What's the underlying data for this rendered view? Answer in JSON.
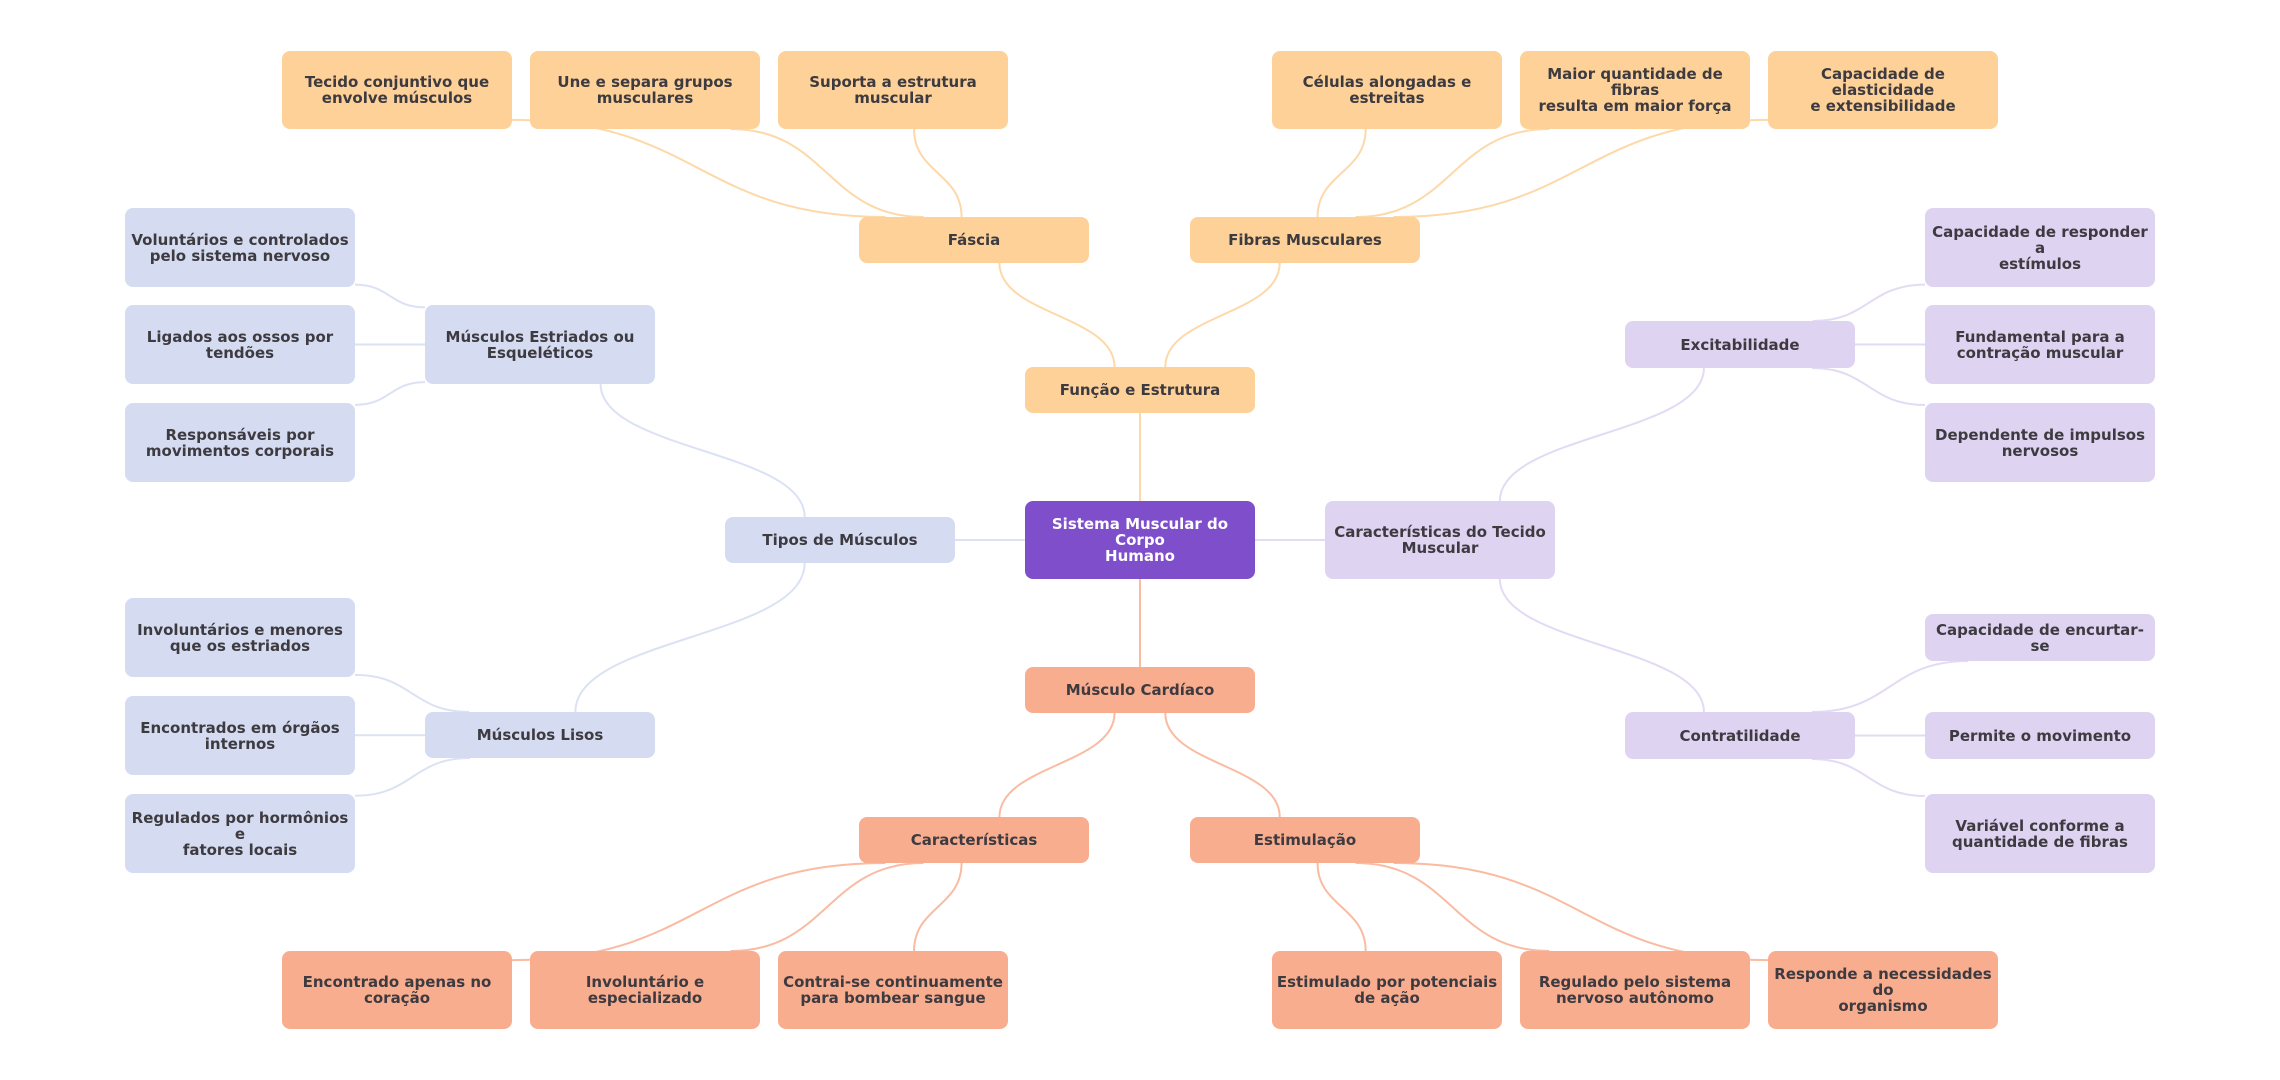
{
  "title": "Sistema Muscular do Corpo Humano",
  "colors": {
    "root": "#7e4ecb",
    "yellow": "#fdd198",
    "blue": "#d5dcf1",
    "purple": "#ded3f1",
    "orange": "#f9ad8f",
    "edge_yellow": "#fdd8a8",
    "edge_blue": "#dbe2f4",
    "edge_purple": "#e3daf4",
    "edge_orange": "#f9bba2",
    "text": "#3d3a40"
  },
  "nodes": {
    "root": {
      "label": "Sistema Muscular do Corpo\nHumano"
    },
    "funcao": {
      "label": "Função e Estrutura"
    },
    "fascia": {
      "label": "Fáscia"
    },
    "fascia_1": {
      "label": "Tecido conjuntivo que\nenvolve músculos"
    },
    "fascia_2": {
      "label": "Une e separa grupos\nmusculares"
    },
    "fascia_3": {
      "label": "Suporta a estrutura\nmuscular"
    },
    "fibras": {
      "label": "Fibras Musculares"
    },
    "fibras_1": {
      "label": "Células alongadas e\nestreitas"
    },
    "fibras_2": {
      "label": "Maior quantidade de fibras\nresulta em maior força"
    },
    "fibras_3": {
      "label": "Capacidade de elasticidade\ne extensibilidade"
    },
    "tipos": {
      "label": "Tipos de Músculos"
    },
    "estriados": {
      "label": "Músculos Estriados ou\nEsqueléticos"
    },
    "estriados_1": {
      "label": "Voluntários e controlados\npelo sistema nervoso"
    },
    "estriados_2": {
      "label": "Ligados aos ossos por\ntendões"
    },
    "estriados_3": {
      "label": "Responsáveis por\nmovimentos corporais"
    },
    "lisos": {
      "label": "Músculos Lisos"
    },
    "lisos_1": {
      "label": "Involuntários e menores\nque os estriados"
    },
    "lisos_2": {
      "label": "Encontrados em órgãos\ninternos"
    },
    "lisos_3": {
      "label": "Regulados por hormônios e\nfatores locais"
    },
    "caract_tecido": {
      "label": "Características do Tecido\nMuscular"
    },
    "excit": {
      "label": "Excitabilidade"
    },
    "excit_1": {
      "label": "Capacidade de responder a\nestímulos"
    },
    "excit_2": {
      "label": "Fundamental para a\ncontração muscular"
    },
    "excit_3": {
      "label": "Dependente de impulsos\nnervosos"
    },
    "contr": {
      "label": "Contratilidade"
    },
    "contr_1": {
      "label": "Capacidade de encurtar-se"
    },
    "contr_2": {
      "label": "Permite o movimento"
    },
    "contr_3": {
      "label": "Variável conforme a\nquantidade de fibras"
    },
    "cardiaco": {
      "label": "Músculo Cardíaco"
    },
    "card_caract": {
      "label": "Características"
    },
    "card_caract_1": {
      "label": "Encontrado apenas no\ncoração"
    },
    "card_caract_2": {
      "label": "Involuntário e\nespecializado"
    },
    "card_caract_3": {
      "label": "Contrai-se continuamente\npara bombear sangue"
    },
    "estim": {
      "label": "Estimulação"
    },
    "estim_1": {
      "label": "Estimulado por potenciais\nde ação"
    },
    "estim_2": {
      "label": "Regulado pelo sistema\nnervoso autônomo"
    },
    "estim_3": {
      "label": "Responde a necessidades do\norganismo"
    }
  },
  "edges": [
    [
      "root",
      "funcao",
      "yellow"
    ],
    [
      "funcao",
      "fascia",
      "yellow"
    ],
    [
      "funcao",
      "fibras",
      "yellow"
    ],
    [
      "fascia",
      "fascia_1",
      "yellow"
    ],
    [
      "fascia",
      "fascia_2",
      "yellow"
    ],
    [
      "fascia",
      "fascia_3",
      "yellow"
    ],
    [
      "fibras",
      "fibras_1",
      "yellow"
    ],
    [
      "fibras",
      "fibras_2",
      "yellow"
    ],
    [
      "fibras",
      "fibras_3",
      "yellow"
    ],
    [
      "root",
      "tipos",
      "blue"
    ],
    [
      "tipos",
      "estriados",
      "blue"
    ],
    [
      "tipos",
      "lisos",
      "blue"
    ],
    [
      "estriados",
      "estriados_1",
      "blue"
    ],
    [
      "estriados",
      "estriados_2",
      "blue"
    ],
    [
      "estriados",
      "estriados_3",
      "blue"
    ],
    [
      "lisos",
      "lisos_1",
      "blue"
    ],
    [
      "lisos",
      "lisos_2",
      "blue"
    ],
    [
      "lisos",
      "lisos_3",
      "blue"
    ],
    [
      "root",
      "caract_tecido",
      "purple"
    ],
    [
      "caract_tecido",
      "excit",
      "purple"
    ],
    [
      "caract_tecido",
      "contr",
      "purple"
    ],
    [
      "excit",
      "excit_1",
      "purple"
    ],
    [
      "excit",
      "excit_2",
      "purple"
    ],
    [
      "excit",
      "excit_3",
      "purple"
    ],
    [
      "contr",
      "contr_1",
      "purple"
    ],
    [
      "contr",
      "contr_2",
      "purple"
    ],
    [
      "contr",
      "contr_3",
      "purple"
    ],
    [
      "root",
      "cardiaco",
      "orange"
    ],
    [
      "cardiaco",
      "card_caract",
      "orange"
    ],
    [
      "cardiaco",
      "estim",
      "orange"
    ],
    [
      "card_caract",
      "card_caract_1",
      "orange"
    ],
    [
      "card_caract",
      "card_caract_2",
      "orange"
    ],
    [
      "card_caract",
      "card_caract_3",
      "orange"
    ],
    [
      "estim",
      "estim_1",
      "orange"
    ],
    [
      "estim",
      "estim_2",
      "orange"
    ],
    [
      "estim",
      "estim_3",
      "orange"
    ]
  ]
}
